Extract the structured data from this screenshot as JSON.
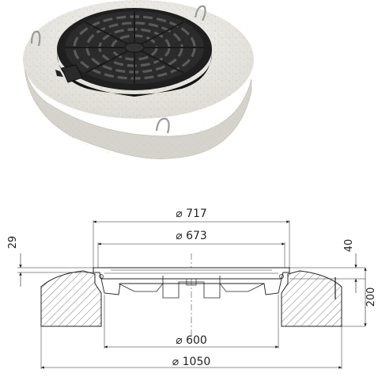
{
  "dimensions": {
    "d_outer_frame": "717",
    "d_inner_frame": "673",
    "d_clear_opening": "600",
    "d_ring_outer": "1050",
    "h_left": "29",
    "h_right_top": "40",
    "h_right_total": "200",
    "dia_symbol": "⌀"
  },
  "colors": {
    "concrete": "#ecebe6",
    "concrete_shade": "#d9d7d0",
    "grate": "#2a2a2a",
    "grate_hi": "#4a4a4a",
    "line": "#222222",
    "hatch": "#555555"
  }
}
